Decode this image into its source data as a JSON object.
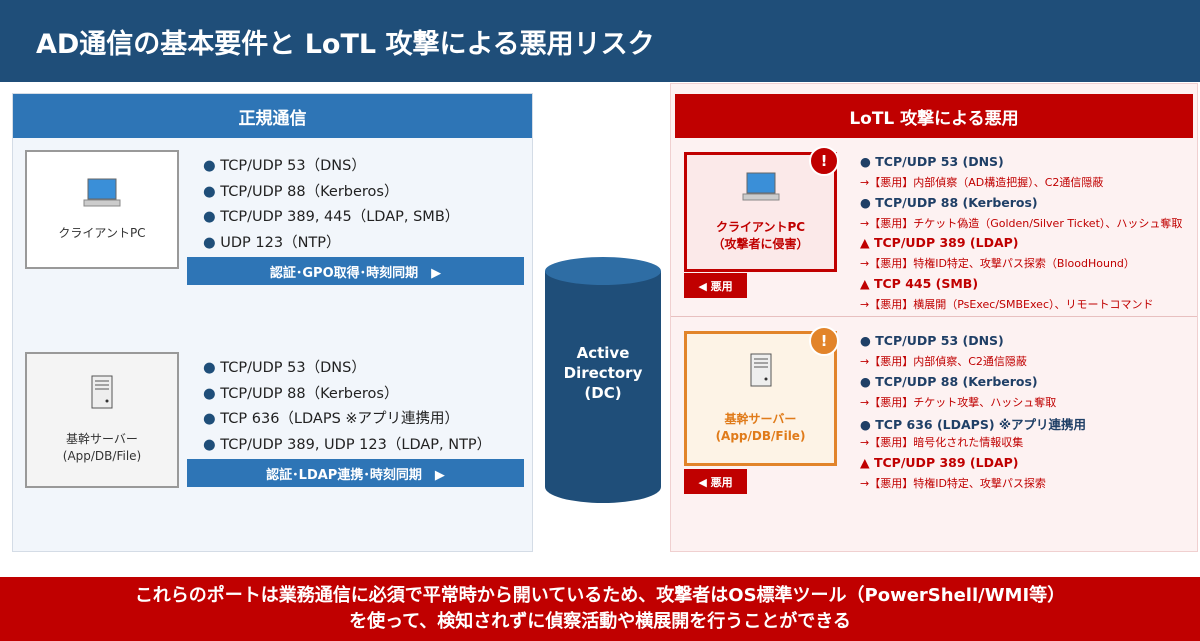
{
  "title": "AD通信の基本要件と LoTL 攻撃による悪用リスク",
  "left": {
    "header": "正規通信",
    "client": {
      "label": "クライアントPC",
      "ports": [
        "TCP/UDP 53（DNS）",
        "TCP/UDP 88（Kerberos）",
        "TCP/UDP 389, 445（LDAP, SMB）",
        "UDP 123（NTP）"
      ],
      "bar": "認証･GPO取得･時刻同期　▶"
    },
    "server": {
      "label1": "基幹サーバー",
      "label2": "(App/DB/File)",
      "ports": [
        "TCP/UDP 53（DNS）",
        "TCP/UDP 88（Kerberos）",
        "TCP 636（LDAPS ※アプリ連携用）",
        "TCP/UDP 389, UDP 123（LDAP, NTP）"
      ],
      "bar": "認証･LDAP連携･時刻同期　▶"
    }
  },
  "dc": {
    "line1": "Active",
    "line2": "Directory",
    "line3": "(DC)"
  },
  "right": {
    "header": "LoTL 攻撃による悪用",
    "client": {
      "label1": "クライアントPC",
      "label2": "（攻撃者に侵害）",
      "badge": "!",
      "tag": "◀ 悪用",
      "items": [
        {
          "marker": "●",
          "port": "TCP/UDP 53 (DNS)",
          "abuse": "→【悪用】内部偵察（AD構造把握）、C2通信隠蔽"
        },
        {
          "marker": "●",
          "port": "TCP/UDP 88 (Kerberos)",
          "abuse": "→【悪用】チケット偽造（Golden/Silver Ticket）、ハッシュ奪取"
        },
        {
          "marker": "▲",
          "port": "TCP/UDP 389 (LDAP)",
          "abuse": "→【悪用】特権ID特定、攻撃パス探索（BloodHound）"
        },
        {
          "marker": "▲",
          "port": "TCP 445 (SMB)",
          "abuse": "→【悪用】横展開（PsExec/SMBExec）、リモートコマンド"
        }
      ]
    },
    "server": {
      "label1": "基幹サーバー",
      "label2": "(App/DB/File)",
      "badge": "!",
      "tag": "◀ 悪用",
      "items": [
        {
          "marker": "●",
          "port": "TCP/UDP 53 (DNS)",
          "abuse": "→【悪用】内部偵察、C2通信隠蔽"
        },
        {
          "marker": "●",
          "port": "TCP/UDP 88 (Kerberos)",
          "abuse": "→【悪用】チケット攻撃、ハッシュ奪取"
        },
        {
          "marker": "●",
          "port": "TCP 636 (LDAPS) ※アプリ連携用",
          "abuse": "→【悪用】暗号化された情報収集"
        },
        {
          "marker": "▲",
          "port": "TCP/UDP 389 (LDAP)",
          "abuse": "→【悪用】特権ID特定、攻撃パス探索"
        }
      ]
    }
  },
  "footer": {
    "line1": "これらのポートは業務通信に必須で平常時から開いているため、攻撃者はOS標準ツール（PowerShell/WMI等）",
    "line2": "を使って、検知されずに偵察活動や横展開を行うことができる"
  }
}
